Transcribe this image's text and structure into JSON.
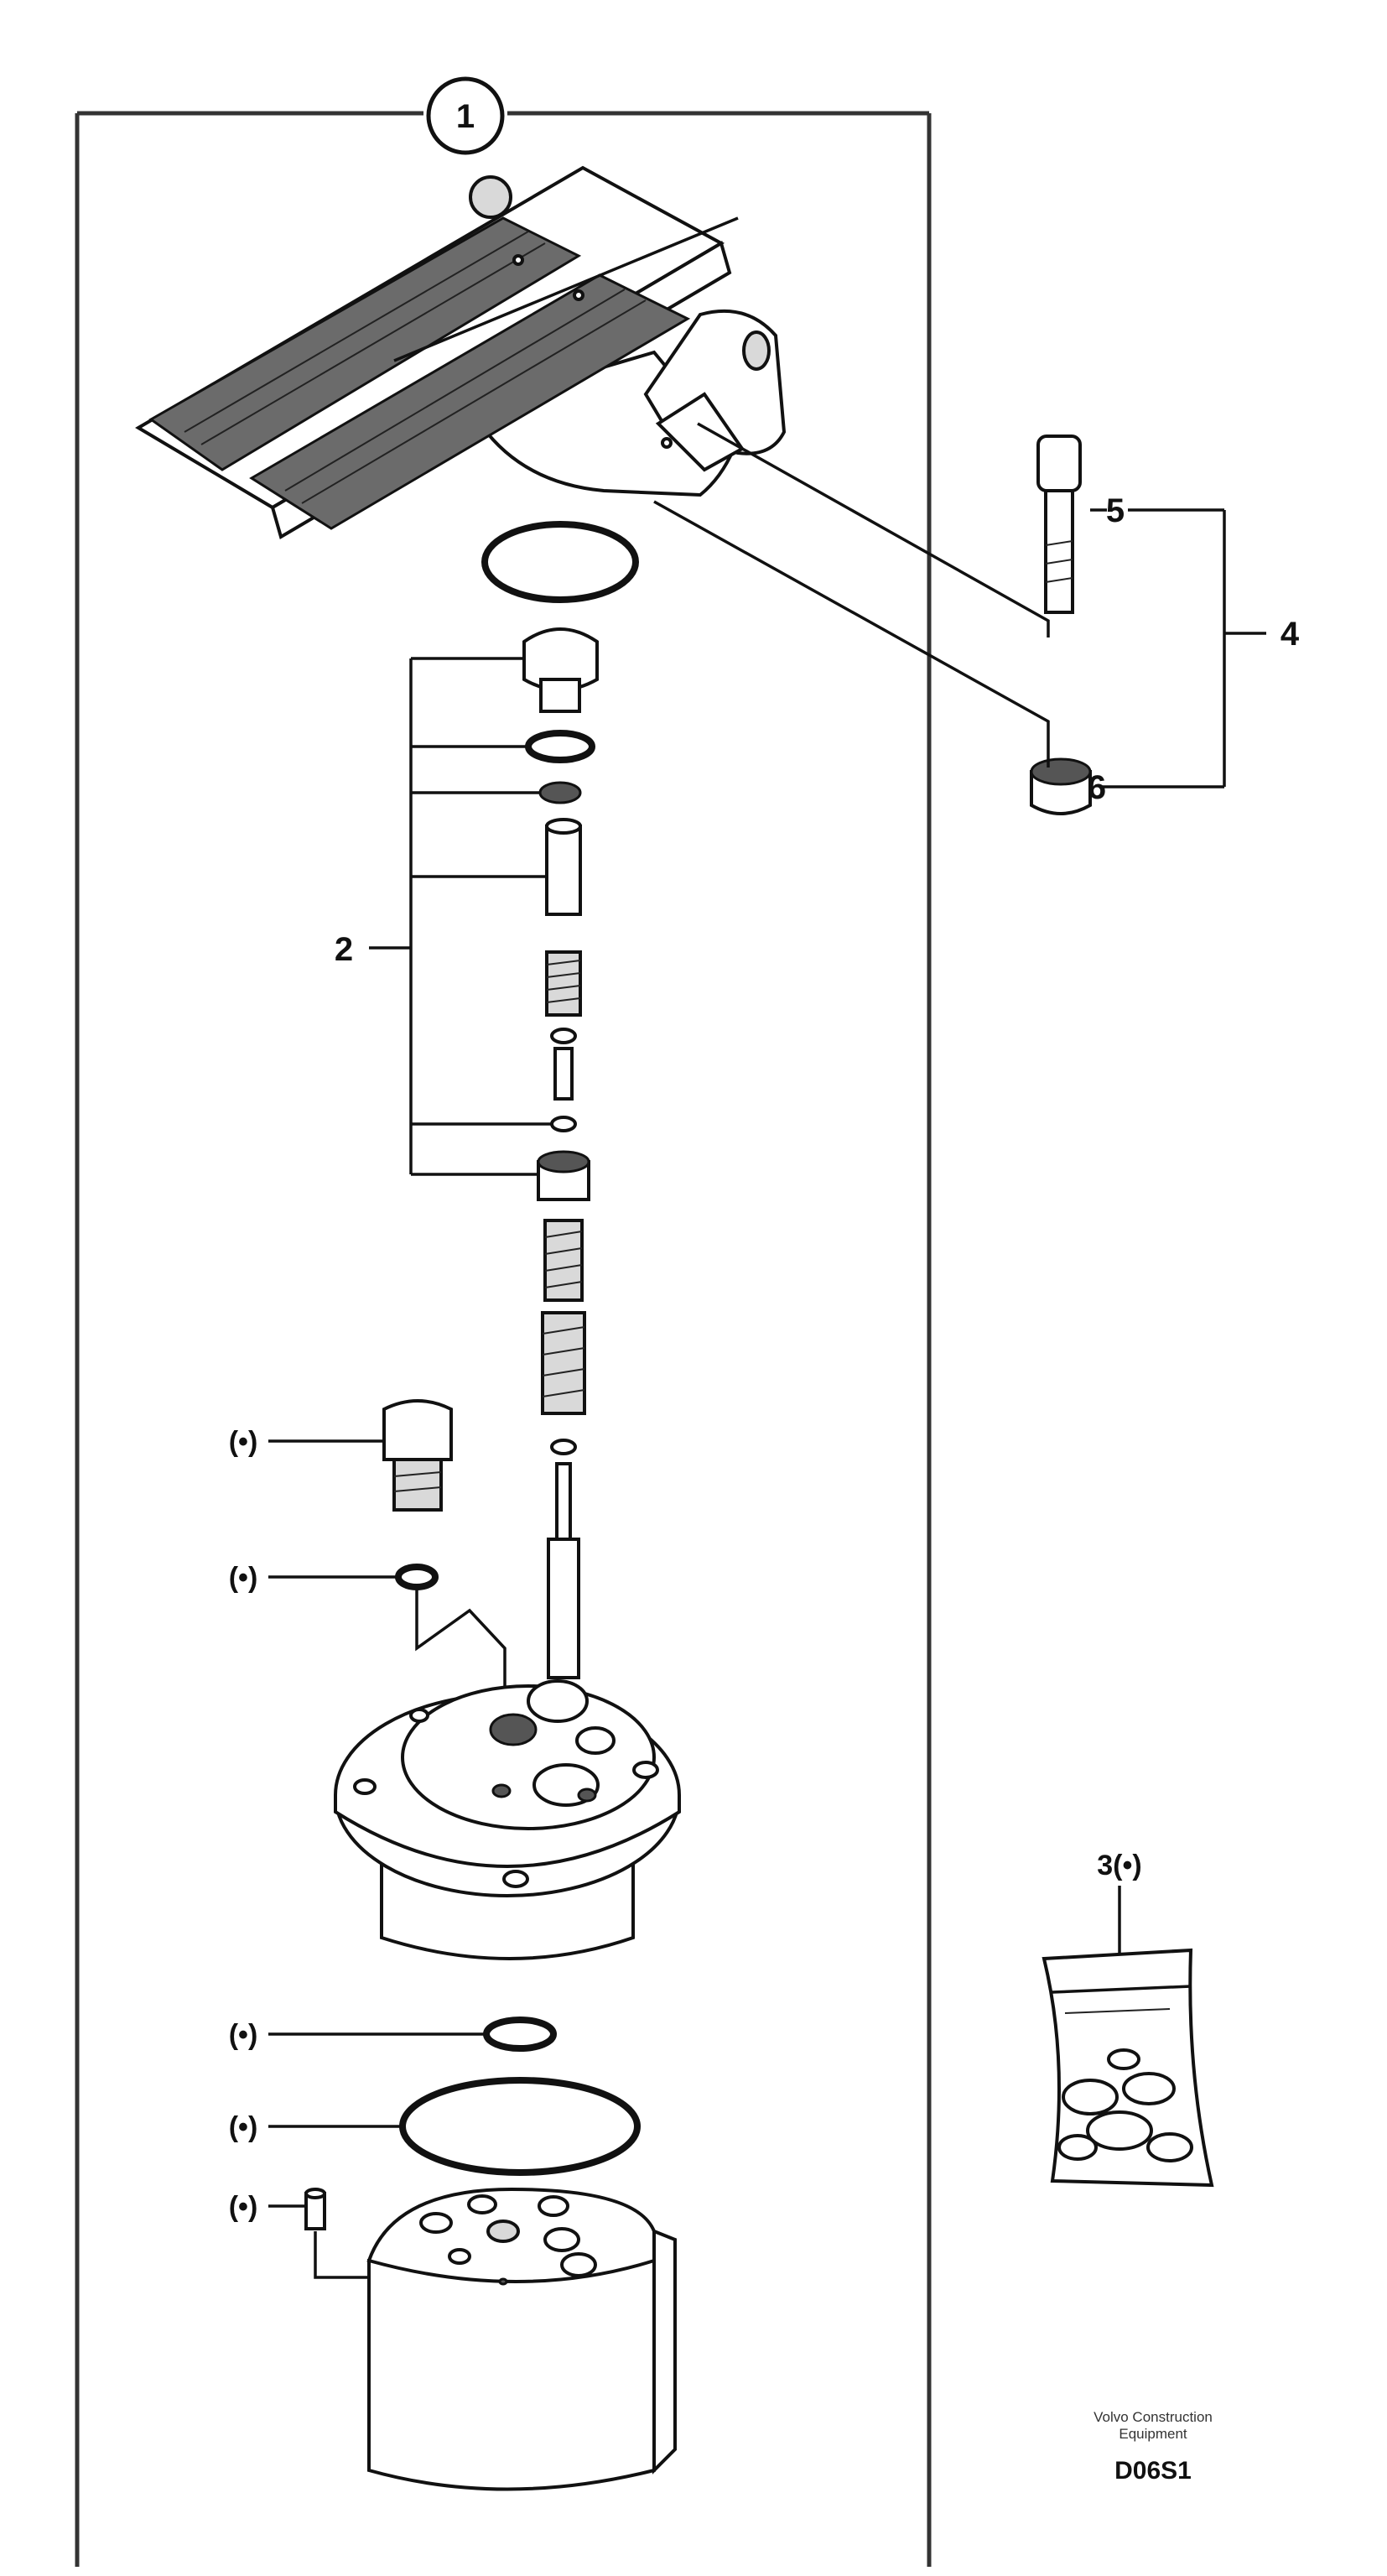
{
  "labels": {
    "assembly": "1",
    "valve_kit": "2",
    "seal_kit": "3(•)",
    "screw_set": "4",
    "screw": "5",
    "bushing": "6",
    "plug": "(•)",
    "plug_seal": "(•)",
    "oring_small": "(•)",
    "oring_large": "(•)",
    "pin": "(•)"
  },
  "footer": {
    "credit_line1": "Volvo Construction",
    "credit_line2": "Equipment",
    "drawing_code": "D06S1"
  }
}
